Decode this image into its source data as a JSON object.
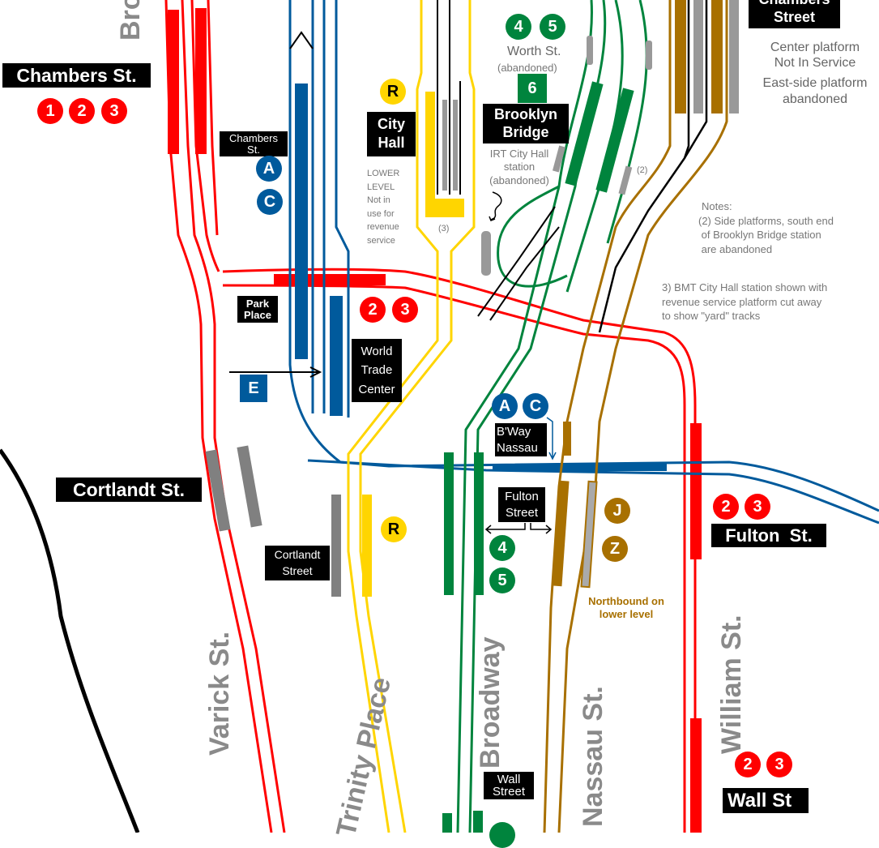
{
  "colors": {
    "red": "#ff0000",
    "blue": "#005a9c",
    "yellow": "#ffd500",
    "green": "#00843d",
    "brown": "#a87000",
    "gray": "#999999",
    "black": "#000000"
  },
  "streets": {
    "broadway_top": "Bro",
    "varick": "Varick St.",
    "trinity": "Trinity Place",
    "broadway": "Broadway",
    "nassau": "Nassau St.",
    "william": "William St."
  },
  "stations": {
    "chambers_123": {
      "name": "Chambers St.",
      "routes": [
        "1",
        "2",
        "3"
      ]
    },
    "chambers_ac": {
      "name": "Chambers St.",
      "routes": [
        "A",
        "C"
      ]
    },
    "park_place": {
      "name": "Park Place",
      "line1": "Park",
      "line2": "Place",
      "routes": [
        "2",
        "3"
      ]
    },
    "wtc": {
      "line1": "World",
      "line2": "Trade",
      "line3": "Center",
      "routes": [
        "E"
      ]
    },
    "city_hall": {
      "line1": "City",
      "line2": "Hall",
      "routes": [
        "R"
      ],
      "note_lines": [
        "LOWER",
        "LEVEL",
        "Not in",
        "use for",
        "revenue",
        "service"
      ],
      "ref": "(3)"
    },
    "worth": {
      "routes": [
        "4",
        "5"
      ],
      "name": "Worth St.",
      "status": "(abandoned)"
    },
    "brooklyn_bridge": {
      "route": "6",
      "line1": "Brooklyn",
      "line2": "Bridge",
      "note_lines": [
        "IRT City Hall",
        "station",
        "(abandoned)"
      ],
      "ref": "(2)"
    },
    "chambers_jz": {
      "line1": "Chambers",
      "line2": "Street",
      "notes": [
        "Center platform",
        "Not In Service",
        "East-side platform",
        "abandoned"
      ]
    },
    "cortlandt_1": {
      "name": "Cortlandt St."
    },
    "cortlandt_r": {
      "line1": "Cortlandt",
      "line2": "Street",
      "routes": [
        "R"
      ]
    },
    "bway_nassau": {
      "line1": "B'Way",
      "line2": "Nassau",
      "routes": [
        "A",
        "C"
      ]
    },
    "fulton_45": {
      "line1": "Fulton",
      "line2": "Street",
      "routes": [
        "4",
        "5"
      ]
    },
    "fulton_jz": {
      "routes": [
        "J",
        "Z"
      ],
      "note_line1": "Northbound on",
      "note_line2": "lower level"
    },
    "fulton_23": {
      "name": "Fulton  St.",
      "routes": [
        "2",
        "3"
      ]
    },
    "wall_45": {
      "line1": "Wall",
      "line2": "Street"
    },
    "wall_23": {
      "name": "Wall St",
      "routes": [
        "2",
        "3"
      ]
    }
  },
  "notes": {
    "heading": "Notes:",
    "note2": [
      "(2) Side platforms, south end",
      " of Brooklyn Bridge station",
      " are abandoned"
    ],
    "note3": [
      "3) BMT City Hall station shown with",
      "revenue service platform cut away",
      "to show \"yard\" tracks"
    ]
  }
}
